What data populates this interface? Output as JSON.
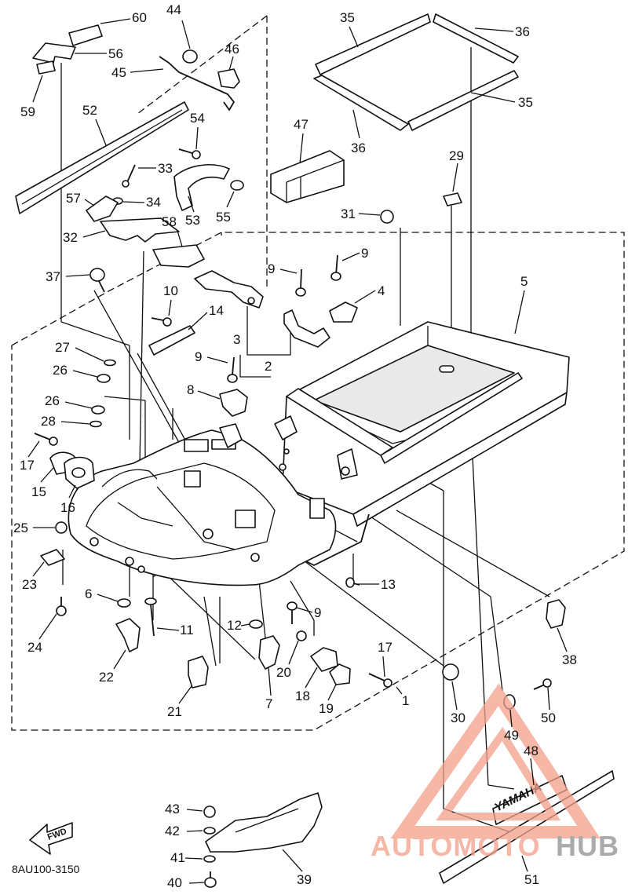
{
  "diagram": {
    "catalog_code": "8AU100-3150",
    "fwd_label": "FWD",
    "decal_text": "YAMAHA",
    "watermark": {
      "part1": "AUTOMOTO",
      "part2": "HUB",
      "color_primary": "#f3a08a",
      "color_secondary": "#8f8f8f"
    },
    "part_numbers": {
      "p1": "1",
      "p2": "2",
      "p3": "3",
      "p4": "4",
      "p5": "5",
      "p6": "6",
      "p7": "7",
      "p8": "8",
      "p9a": "9",
      "p9b": "9",
      "p9c": "9",
      "p9d": "9",
      "p10": "10",
      "p11": "11",
      "p12": "12",
      "p13": "13",
      "p14": "14",
      "p15": "15",
      "p16": "16",
      "p17a": "17",
      "p17b": "17",
      "p18": "18",
      "p19": "19",
      "p20": "20",
      "p21": "21",
      "p22": "22",
      "p23": "23",
      "p24": "24",
      "p25": "25",
      "p26a": "26",
      "p26b": "26",
      "p27": "27",
      "p28": "28",
      "p29": "29",
      "p30": "30",
      "p31": "31",
      "p32": "32",
      "p33": "33",
      "p34": "34",
      "p35a": "35",
      "p35b": "35",
      "p36a": "36",
      "p36b": "36",
      "p37": "37",
      "p38": "38",
      "p39": "39",
      "p40": "40",
      "p41": "41",
      "p42": "42",
      "p43": "43",
      "p44": "44",
      "p45": "45",
      "p46": "46",
      "p47": "47",
      "p48": "48",
      "p49": "49",
      "p50": "50",
      "p51": "51",
      "p52": "52",
      "p53": "53",
      "p54": "54",
      "p55": "55",
      "p56": "56",
      "p57": "57",
      "p58": "58",
      "p59": "59",
      "p60": "60"
    }
  }
}
